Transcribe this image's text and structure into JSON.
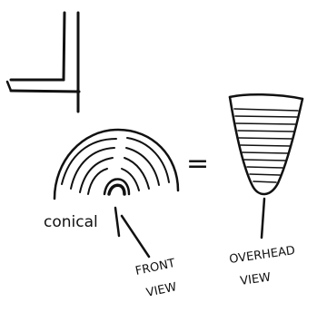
{
  "labels": {
    "equals": "=",
    "conical": "conical",
    "front_view_line1": "FRONT",
    "front_view_line2": "VIEW",
    "overhead_view_line1": "OVERHEAD",
    "overhead_view_line2": "VIEW"
  },
  "colors": {
    "ink": "#111111",
    "paper": "#ffffff"
  }
}
